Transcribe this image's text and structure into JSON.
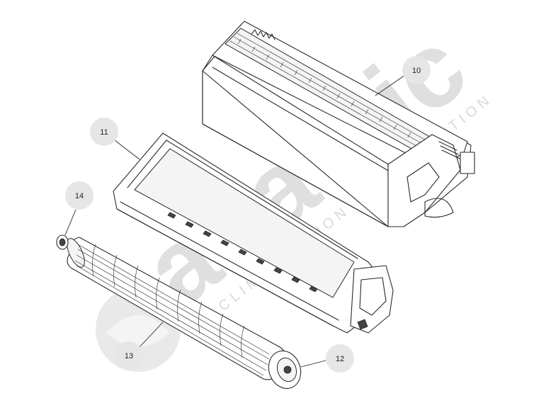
{
  "watermark": {
    "brand": "atlantic",
    "tagline": "CLIMATISATION ET VENTILATION",
    "color": "#dedede"
  },
  "callouts": [
    {
      "id": "callout-10",
      "label": "10",
      "part": "front-panel-assembly"
    },
    {
      "id": "callout-11",
      "label": "11",
      "part": "chassis-drain-pan"
    },
    {
      "id": "callout-12",
      "label": "12",
      "part": "fan-bearing"
    },
    {
      "id": "callout-13",
      "label": "13",
      "part": "cross-flow-fan"
    },
    {
      "id": "callout-14",
      "label": "14",
      "part": "bearing-bush"
    }
  ],
  "colors": {
    "line": "#2a2a2a",
    "callout_bg": "#e6e6e6",
    "background": "#ffffff"
  }
}
